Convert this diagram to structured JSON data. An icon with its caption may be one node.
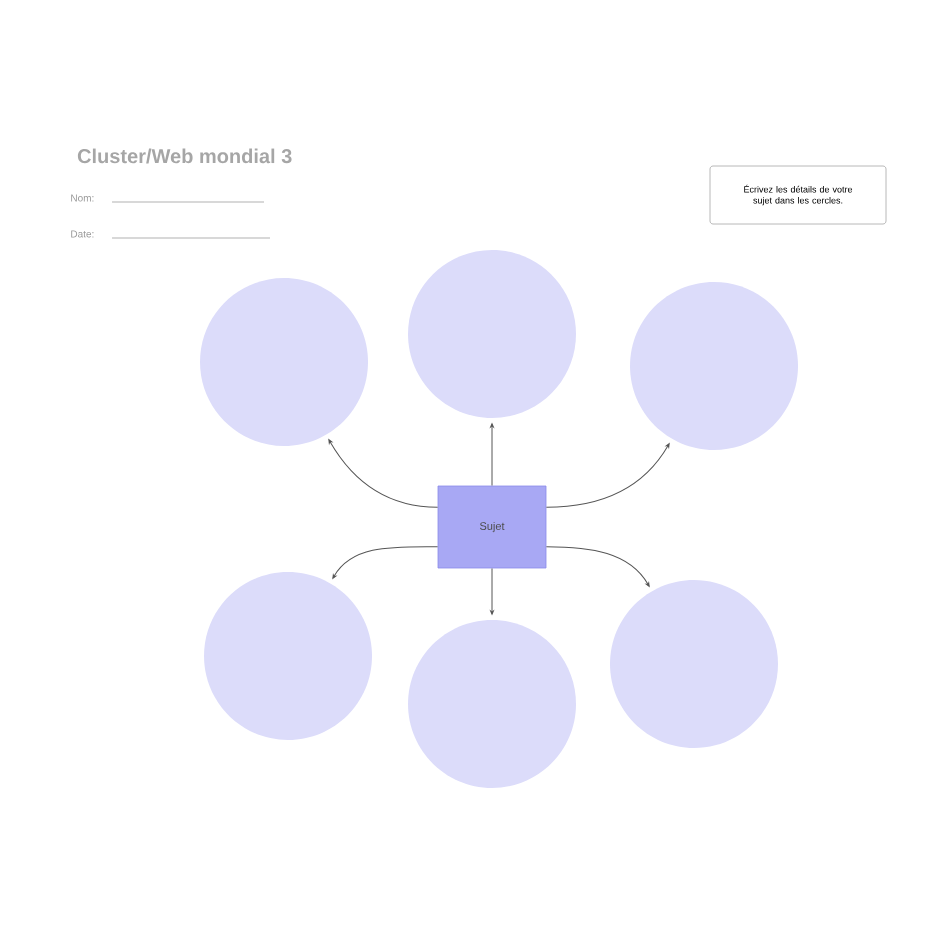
{
  "diagram": {
    "title": "Cluster/Web mondial 3",
    "nodes": [
      {
        "text": [
          "Écrivez les détails de votre sujet dans les cercles."
        ]
      },
      {
        "text": [],
        "shape": "circle"
      },
      {
        "text": [],
        "shape": "circle"
      },
      {
        "text": [],
        "shape": "circle"
      },
      {
        "text": [
          "Sujet"
        ]
      },
      {
        "text": [],
        "shape": "circle"
      },
      {
        "text": [],
        "shape": "circle"
      },
      {
        "text": [],
        "shape": "circle"
      }
    ],
    "edges": [
      {
        "from": 4,
        "to": 1,
        "arrow": "to"
      },
      {
        "from": 4,
        "to": 2,
        "arrow": "to"
      },
      {
        "from": 4,
        "to": 3,
        "arrow": "to"
      },
      {
        "from": 4,
        "to": 5,
        "arrow": "to"
      },
      {
        "from": 4,
        "to": 6,
        "arrow": "to"
      },
      {
        "from": 4,
        "to": 7,
        "arrow": "to"
      }
    ],
    "labels": [
      "Nom:",
      "Date:"
    ]
  }
}
